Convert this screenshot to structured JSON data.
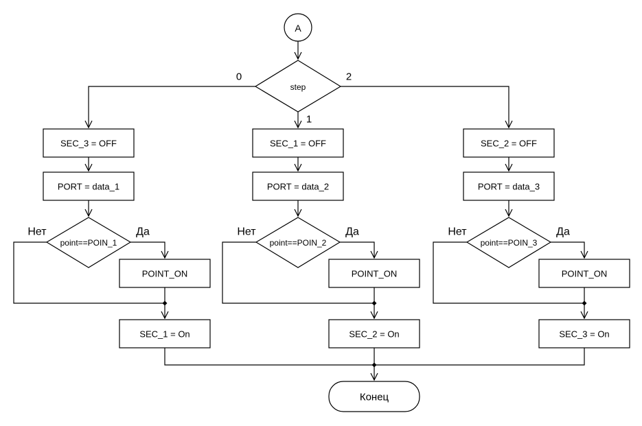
{
  "flow": {
    "connector": "A",
    "step": {
      "label": "step",
      "branch_left": "0",
      "branch_middle": "1",
      "branch_right": "2"
    },
    "columns": [
      {
        "off_box": "SEC_3 = OFF",
        "port_box": "PORT = data_1",
        "decision": "point==POIN_1",
        "no_label": "Нет",
        "yes_label": "Да",
        "point_on_box": "POINT_ON",
        "on_box": "SEC_1 = On"
      },
      {
        "off_box": "SEC_1 = OFF",
        "port_box": "PORT = data_2",
        "decision": "point==POIN_2",
        "no_label": "Нет",
        "yes_label": "Да",
        "point_on_box": "POINT_ON",
        "on_box": "SEC_2 = On"
      },
      {
        "off_box": "SEC_2 = OFF",
        "port_box": "PORT = data_3",
        "decision": "point==POIN_3",
        "no_label": "Нет",
        "yes_label": "Да",
        "point_on_box": "POINT_ON",
        "on_box": "SEC_3 = On"
      }
    ],
    "end_label": "Конец",
    "colors": {
      "line": "#000000",
      "background": "#ffffff",
      "text": "#000000"
    }
  }
}
